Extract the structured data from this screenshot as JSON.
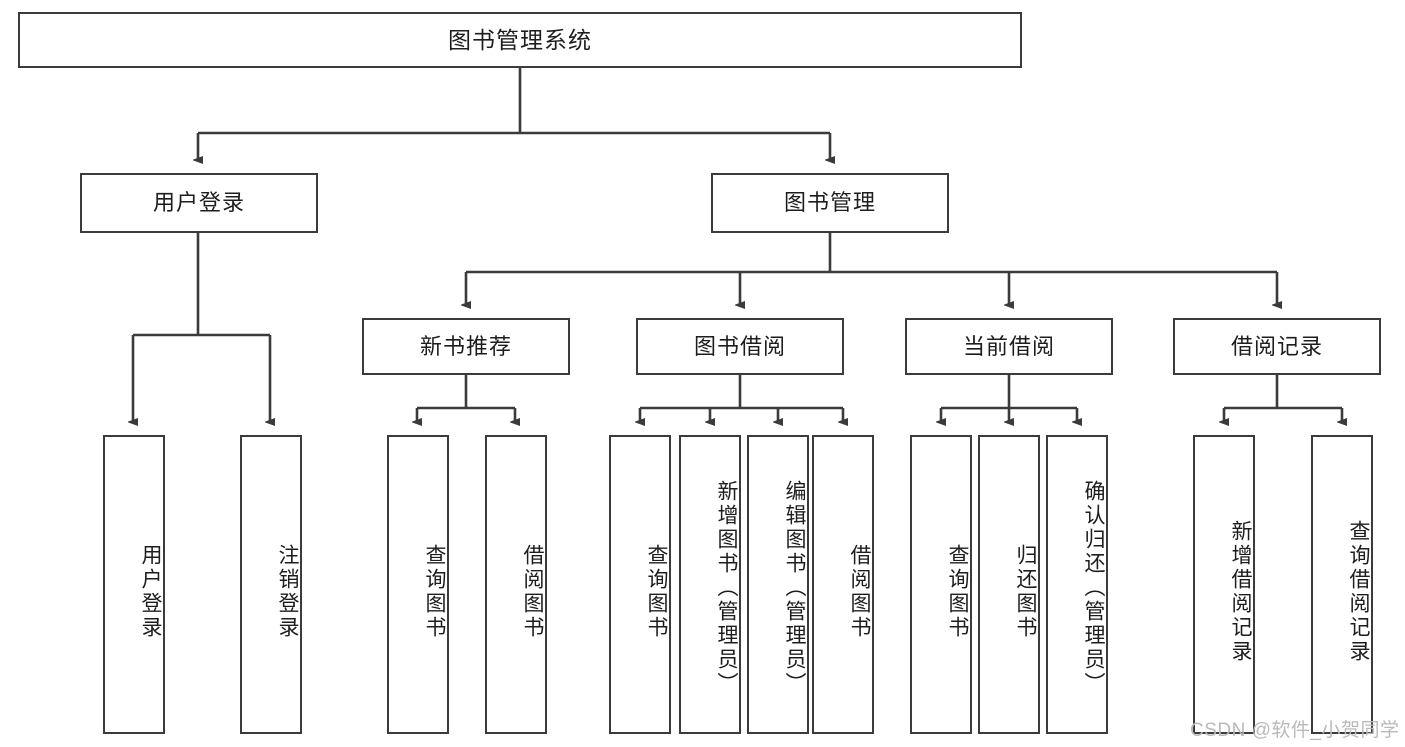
{
  "diagram": {
    "title": "图书管理系统",
    "type": "tree-hierarchy-diagram",
    "root": {
      "label": "图书管理系统"
    },
    "level2": [
      {
        "label": "用户登录"
      },
      {
        "label": "图书管理"
      }
    ],
    "level3": [
      {
        "label": "新书推荐"
      },
      {
        "label": "图书借阅"
      },
      {
        "label": "当前借阅"
      },
      {
        "label": "借阅记录"
      }
    ],
    "leaves": {
      "user_login": [
        {
          "label": "用户登录"
        },
        {
          "label": "注销登录"
        }
      ],
      "new_book_recommend": [
        {
          "label": "查询图书"
        },
        {
          "label": "借阅图书"
        }
      ],
      "book_borrow": [
        {
          "label": "查询图书"
        },
        {
          "label": "新增图书（管理员）"
        },
        {
          "label": "编辑图书（管理员）"
        },
        {
          "label": "借阅图书"
        }
      ],
      "current_borrow": [
        {
          "label": "查询图书"
        },
        {
          "label": "归还图书"
        },
        {
          "label": "确认归还（管理员）"
        }
      ],
      "borrow_record": [
        {
          "label": "新增借阅记录"
        },
        {
          "label": "查询借阅记录"
        }
      ]
    }
  },
  "watermark": {
    "text": "CSDN @软件_小贺同学"
  },
  "colors": {
    "stroke": "#3b3b3b",
    "fill": "#ffffff",
    "text": "#1d1d1d",
    "watermark": "#b9b9b9"
  }
}
